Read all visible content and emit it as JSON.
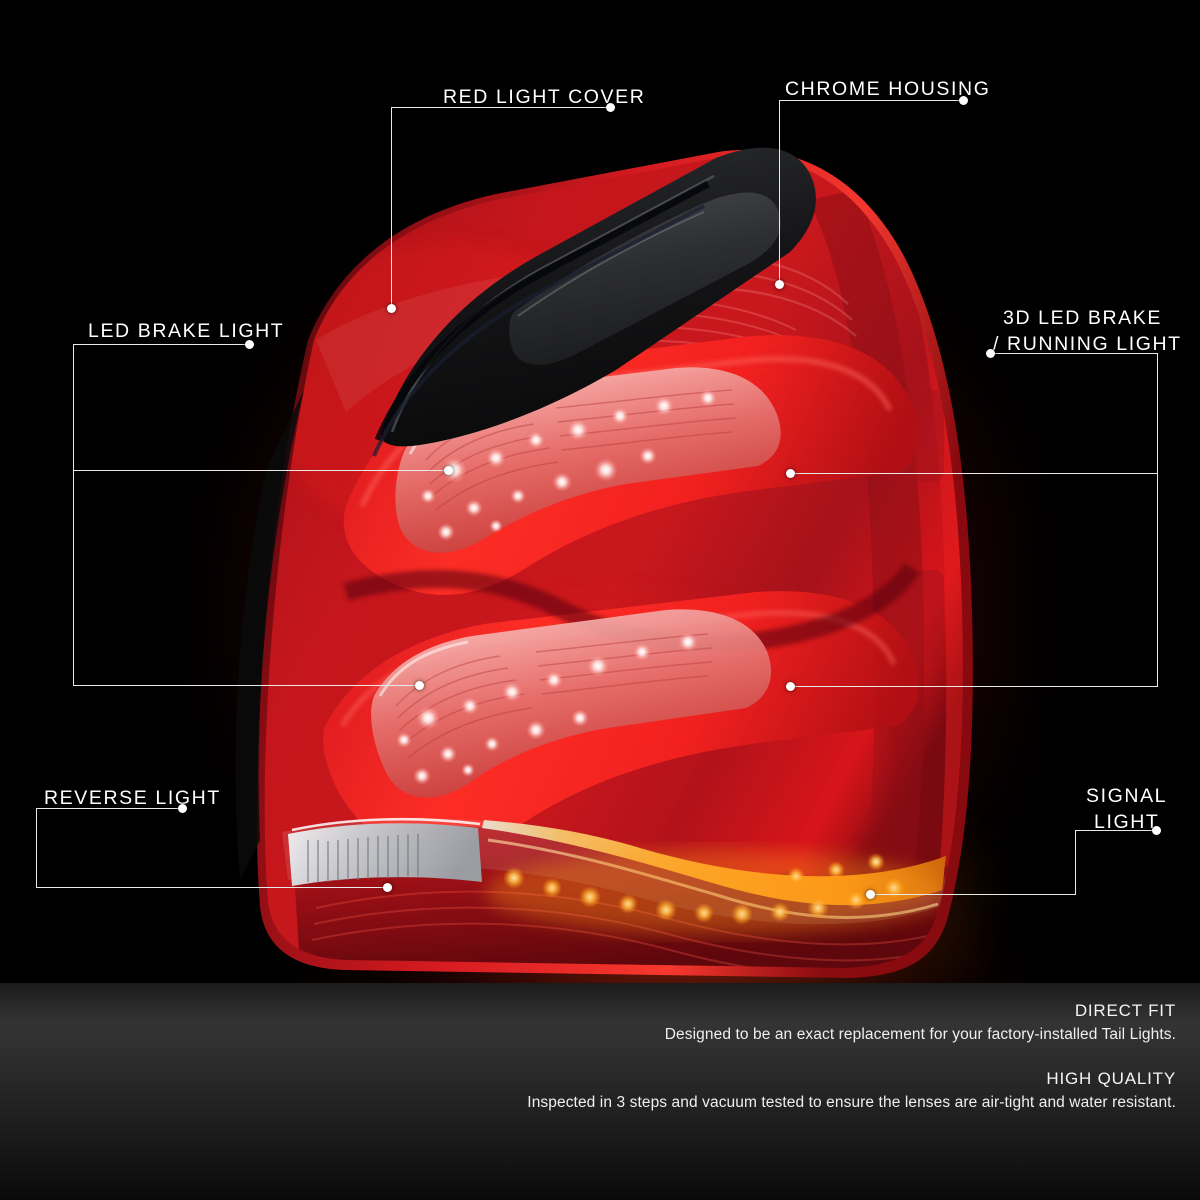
{
  "product": {
    "type": "tail-light-assembly",
    "description": "LED tail light with red lens, chrome housing, amber signal and clear reverse light"
  },
  "callouts": [
    {
      "id": "red-light-cover",
      "label": "RED LIGHT COVER",
      "lines": [
        "RED LIGHT COVER"
      ]
    },
    {
      "id": "chrome-housing",
      "label": "CHROME HOUSING",
      "lines": [
        "CHROME HOUSING"
      ]
    },
    {
      "id": "led-brake-light",
      "label": "LED BRAKE LIGHT",
      "lines": [
        "LED BRAKE LIGHT"
      ]
    },
    {
      "id": "3d-led-brake",
      "label": "3D LED BRAKE / RUNNING LIGHT",
      "lines": [
        "3D LED BRAKE",
        "/ RUNNING LIGHT"
      ]
    },
    {
      "id": "reverse-light",
      "label": "REVERSE LIGHT",
      "lines": [
        "REVERSE LIGHT"
      ]
    },
    {
      "id": "signal-light",
      "label": "SIGNAL LIGHT",
      "lines": [
        "SIGNAL",
        "LIGHT"
      ]
    }
  ],
  "features": [
    {
      "id": "direct-fit",
      "heading": "DIRECT FIT",
      "body": "Designed to be an exact replacement for your factory-installed Tail Lights."
    },
    {
      "id": "high-quality",
      "heading": "HIGH QUALITY",
      "body": "Inspected in 3 steps and vacuum tested to ensure the lenses are air-tight and water resistant."
    }
  ],
  "colors": {
    "background": "#000000",
    "lens_red": "#c0161c",
    "lens_red_bright": "#ff2a22",
    "signal_amber": "#ffa11a",
    "reverse_clear": "#dfe3e6",
    "housing_black": "#1b1b1d",
    "leader_line": "#e9e9e9",
    "panel_gray": "#3a3a3a",
    "text_white": "#ffffff"
  }
}
